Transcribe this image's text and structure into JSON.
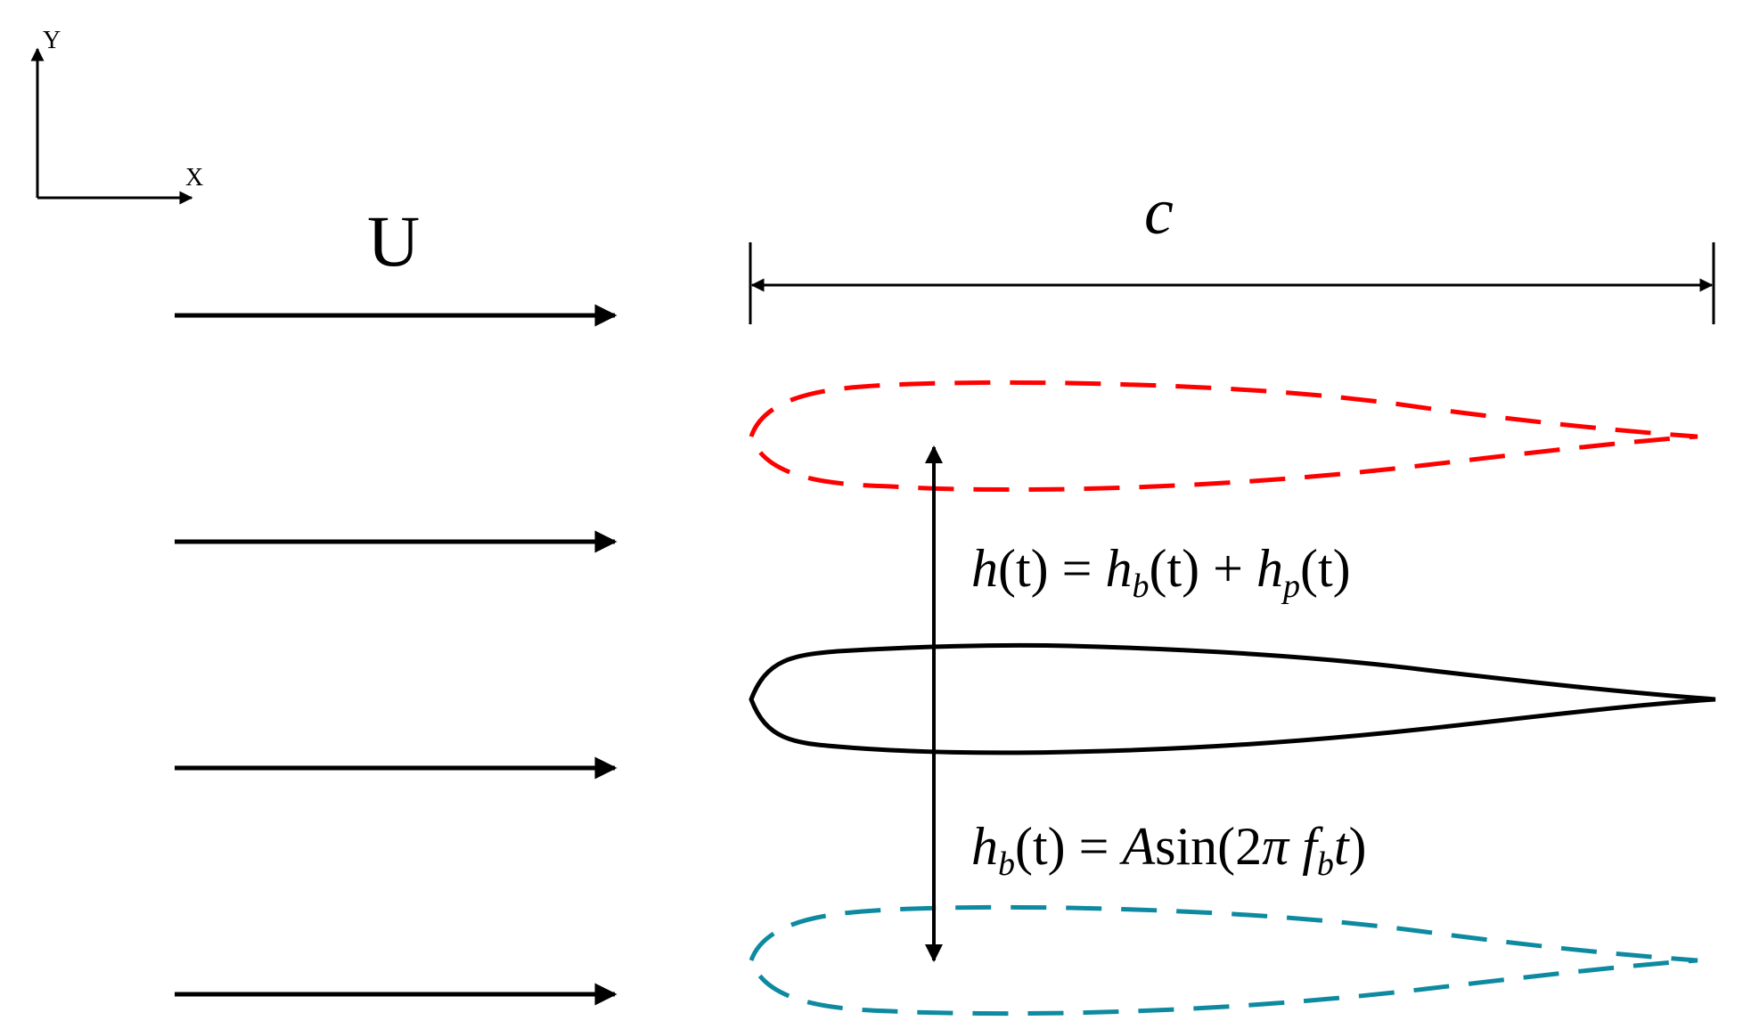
{
  "axes": {
    "x_label": "X",
    "y_label": "Y"
  },
  "flow": {
    "label": "U",
    "arrow_count": 4
  },
  "chord": {
    "label": "c"
  },
  "equations": {
    "total_heave": {
      "h": "h",
      "t1": "(t)",
      "eq": " = ",
      "hb": "h",
      "b_sub": "b",
      "t2": "(t)",
      "plus": " + ",
      "hp": "h",
      "p_sub": "p",
      "t3": "(t)"
    },
    "bending_heave": {
      "hb": "h",
      "b_sub": "b",
      "t1": "(t)",
      "eq": " = ",
      "A": "A",
      "sin": "sin(2",
      "pi": "π",
      "f": " f",
      "fb_sub": "b",
      "t2": "t",
      "close": ")"
    }
  },
  "colors": {
    "neutral_airfoil": "#000000",
    "upper_position": "#ff0000",
    "lower_position": "#0e8aa0",
    "line": "#000000"
  }
}
